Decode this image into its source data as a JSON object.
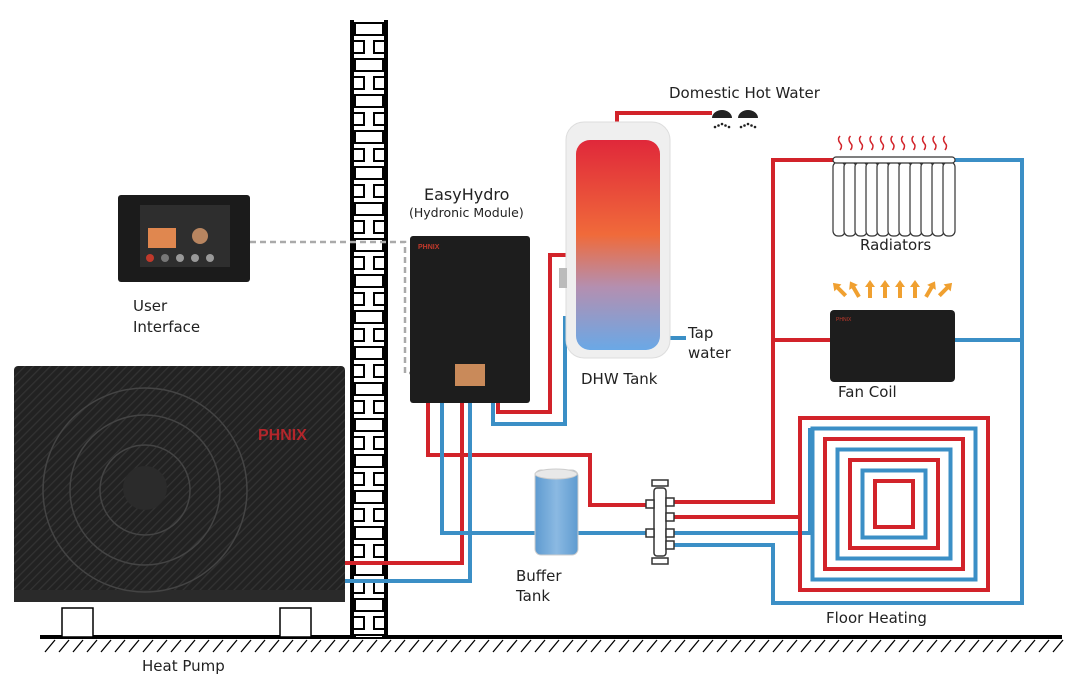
{
  "labels": {
    "user_interface_1": "User",
    "user_interface_2": "Interface",
    "easyhydro_title": "EasyHydro",
    "easyhydro_subtitle": "(Hydronic Module)",
    "domestic_hot_water": "Domestic Hot Water",
    "dhw_tank": "DHW Tank",
    "tap_water_1": "Tap",
    "tap_water_2": "water",
    "radiators": "Radiators",
    "fan_coil": "Fan Coil",
    "buffer_tank_1": "Buffer",
    "buffer_tank_2": "Tank",
    "floor_heating": "Floor Heating",
    "heat_pump": "Heat Pump"
  },
  "brand_logo": "PHNIX",
  "colors": {
    "hot_pipe": "#d2232a",
    "cold_pipe": "#3b8fc6",
    "unit_body": "#1e1e1e",
    "brand": "#b3262b",
    "fan_arrows": "#f0a030"
  }
}
